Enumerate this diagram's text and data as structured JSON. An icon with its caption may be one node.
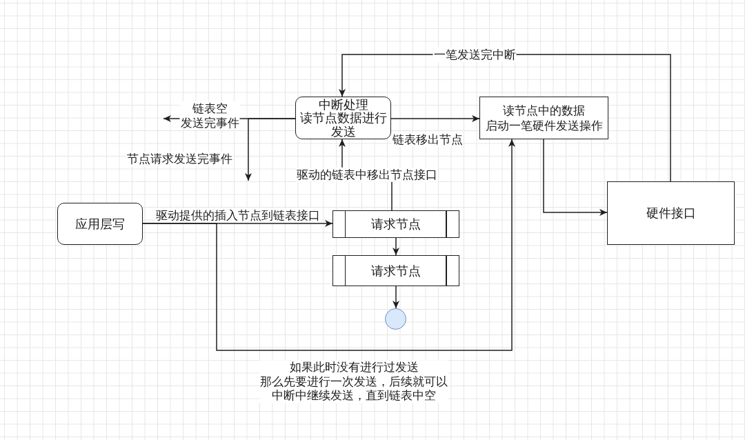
{
  "diagram": {
    "nodes": [
      {
        "text": [
          "中断处理",
          "读节点数据进行发送"
        ]
      },
      {
        "text": [
          "读节点中的数据",
          "启动一笔硬件发送操作"
        ]
      },
      {
        "text": [
          "应用层写"
        ]
      },
      {
        "text": [
          "请求节点"
        ]
      },
      {
        "text": [
          "请求节点"
        ]
      },
      {
        "text": [],
        "shape": "circle"
      },
      {
        "text": [
          "硬件接口"
        ]
      }
    ],
    "edges": [
      {
        "from": 2,
        "to": 3,
        "arrow": "to",
        "label": "驱动提供的插入节点到链表接口"
      },
      {
        "from": 2,
        "to": 1,
        "arrow": "to",
        "label": "如果此时没有进行过发送那么先要进行一次发送，后续就可以中断中继续发送，直到链表中空"
      },
      {
        "from": 3,
        "to": 4,
        "arrow": "to"
      },
      {
        "from": 4,
        "to": 5,
        "arrow": "to"
      },
      {
        "from": 3,
        "to": 0,
        "arrow": "to",
        "label": "驱动的链表中移出节点接口"
      },
      {
        "from": 0,
        "to": 1,
        "arrow": "to",
        "label": "链表移出节点"
      },
      {
        "from": 1,
        "to": 6,
        "arrow": "to"
      },
      {
        "from": 6,
        "to": 0,
        "arrow": "to",
        "label": "一笔发送完中断"
      },
      {
        "from": 0,
        "to": null,
        "arrow": "to",
        "label": "链表空发送完事件"
      },
      {
        "from": 0,
        "to": null,
        "arrow": "to",
        "label": "节点请求发送完事件"
      }
    ]
  }
}
